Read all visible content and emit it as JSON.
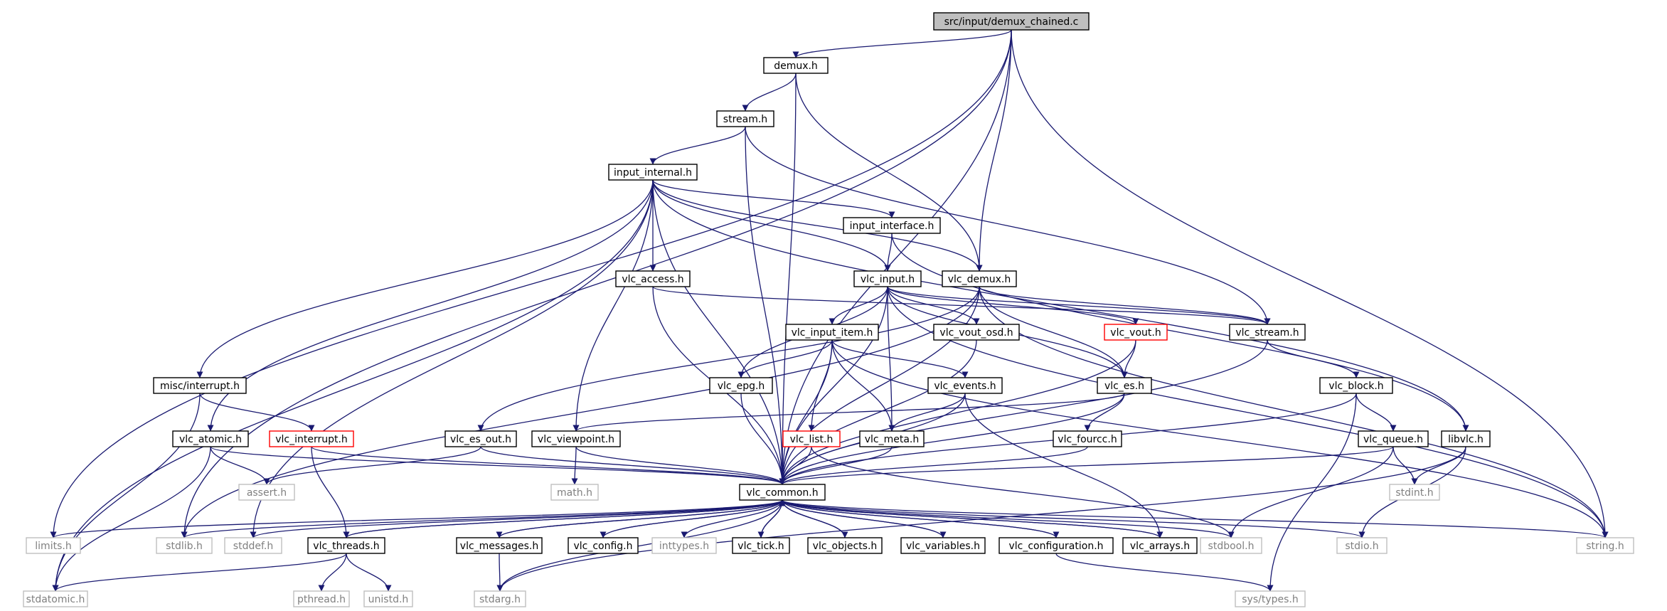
{
  "diagram": {
    "colors": {
      "root_fill": "#bfbfbf",
      "default_fill": "#ffffff",
      "default_stroke": "#000000",
      "external_stroke": "#bfbfbf",
      "external_text": "#808080",
      "truncated_stroke": "#ff0000",
      "edge": "#191970"
    },
    "nodes": [
      {
        "id": "root",
        "label": "src/input/demux_chained.c",
        "kind": "root"
      },
      {
        "id": "demux_h",
        "label": "demux.h",
        "kind": "normal"
      },
      {
        "id": "stream_h",
        "label": "stream.h",
        "kind": "normal"
      },
      {
        "id": "input_internal_h",
        "label": "input_internal.h",
        "kind": "normal"
      },
      {
        "id": "input_interface_h",
        "label": "input_interface.h",
        "kind": "normal"
      },
      {
        "id": "vlc_access_h",
        "label": "vlc_access.h",
        "kind": "normal"
      },
      {
        "id": "vlc_input_h",
        "label": "vlc_input.h",
        "kind": "normal"
      },
      {
        "id": "vlc_demux_h",
        "label": "vlc_demux.h",
        "kind": "normal"
      },
      {
        "id": "vlc_input_item_h",
        "label": "vlc_input_item.h",
        "kind": "normal"
      },
      {
        "id": "vlc_vout_osd_h",
        "label": "vlc_vout_osd.h",
        "kind": "normal"
      },
      {
        "id": "vlc_vout_h",
        "label": "vlc_vout.h",
        "kind": "truncated"
      },
      {
        "id": "vlc_stream_h",
        "label": "vlc_stream.h",
        "kind": "normal"
      },
      {
        "id": "misc_interrupt_h",
        "label": "misc/interrupt.h",
        "kind": "normal"
      },
      {
        "id": "vlc_epg_h",
        "label": "vlc_epg.h",
        "kind": "normal"
      },
      {
        "id": "vlc_events_h",
        "label": "vlc_events.h",
        "kind": "normal"
      },
      {
        "id": "vlc_es_h",
        "label": "vlc_es.h",
        "kind": "normal"
      },
      {
        "id": "vlc_block_h",
        "label": "vlc_block.h",
        "kind": "normal"
      },
      {
        "id": "vlc_atomic_h",
        "label": "vlc_atomic.h",
        "kind": "normal"
      },
      {
        "id": "vlc_interrupt_h",
        "label": "vlc_interrupt.h",
        "kind": "truncated"
      },
      {
        "id": "vlc_es_out_h",
        "label": "vlc_es_out.h",
        "kind": "normal"
      },
      {
        "id": "vlc_viewpoint_h",
        "label": "vlc_viewpoint.h",
        "kind": "normal"
      },
      {
        "id": "vlc_list_h",
        "label": "vlc_list.h",
        "kind": "truncated"
      },
      {
        "id": "vlc_meta_h",
        "label": "vlc_meta.h",
        "kind": "normal"
      },
      {
        "id": "vlc_fourcc_h",
        "label": "vlc_fourcc.h",
        "kind": "normal"
      },
      {
        "id": "vlc_queue_h",
        "label": "vlc_queue.h",
        "kind": "normal"
      },
      {
        "id": "libvlc_h",
        "label": "libvlc.h",
        "kind": "normal"
      },
      {
        "id": "assert_h",
        "label": "assert.h",
        "kind": "external"
      },
      {
        "id": "math_h",
        "label": "math.h",
        "kind": "external"
      },
      {
        "id": "vlc_common_h",
        "label": "vlc_common.h",
        "kind": "normal"
      },
      {
        "id": "stdint_h",
        "label": "stdint.h",
        "kind": "external"
      },
      {
        "id": "limits_h",
        "label": "limits.h",
        "kind": "external"
      },
      {
        "id": "stdlib_h",
        "label": "stdlib.h",
        "kind": "external"
      },
      {
        "id": "stddef_h",
        "label": "stddef.h",
        "kind": "external"
      },
      {
        "id": "vlc_threads_h",
        "label": "vlc_threads.h",
        "kind": "normal"
      },
      {
        "id": "vlc_messages_h",
        "label": "vlc_messages.h",
        "kind": "normal"
      },
      {
        "id": "vlc_config_h",
        "label": "vlc_config.h",
        "kind": "normal"
      },
      {
        "id": "inttypes_h",
        "label": "inttypes.h",
        "kind": "external"
      },
      {
        "id": "vlc_tick_h",
        "label": "vlc_tick.h",
        "kind": "normal"
      },
      {
        "id": "vlc_objects_h",
        "label": "vlc_objects.h",
        "kind": "normal"
      },
      {
        "id": "vlc_variables_h",
        "label": "vlc_variables.h",
        "kind": "normal"
      },
      {
        "id": "vlc_configuration_h",
        "label": "vlc_configuration.h",
        "kind": "normal"
      },
      {
        "id": "vlc_arrays_h",
        "label": "vlc_arrays.h",
        "kind": "normal"
      },
      {
        "id": "stdbool_h",
        "label": "stdbool.h",
        "kind": "external"
      },
      {
        "id": "stdio_h",
        "label": "stdio.h",
        "kind": "external"
      },
      {
        "id": "string_h",
        "label": "string.h",
        "kind": "external"
      },
      {
        "id": "stdatomic_h",
        "label": "stdatomic.h",
        "kind": "external"
      },
      {
        "id": "pthread_h",
        "label": "pthread.h",
        "kind": "external"
      },
      {
        "id": "unistd_h",
        "label": "unistd.h",
        "kind": "external"
      },
      {
        "id": "stdarg_h",
        "label": "stdarg.h",
        "kind": "external"
      },
      {
        "id": "sys_types_h",
        "label": "sys/types.h",
        "kind": "external"
      }
    ],
    "edges": [
      [
        "root",
        "demux_h"
      ],
      [
        "root",
        "vlc_demux_h"
      ],
      [
        "root",
        "vlc_common_h"
      ],
      [
        "root",
        "limits_h"
      ],
      [
        "root",
        "stdlib_h"
      ],
      [
        "root",
        "string_h"
      ],
      [
        "demux_h",
        "stream_h"
      ],
      [
        "demux_h",
        "vlc_demux_h"
      ],
      [
        "demux_h",
        "vlc_common_h"
      ],
      [
        "stream_h",
        "input_internal_h"
      ],
      [
        "stream_h",
        "vlc_stream_h"
      ],
      [
        "stream_h",
        "vlc_common_h"
      ],
      [
        "input_internal_h",
        "input_interface_h"
      ],
      [
        "input_internal_h",
        "vlc_access_h"
      ],
      [
        "input_internal_h",
        "vlc_input_h"
      ],
      [
        "input_internal_h",
        "vlc_demux_h"
      ],
      [
        "input_internal_h",
        "misc_interrupt_h"
      ],
      [
        "input_internal_h",
        "vlc_atomic_h"
      ],
      [
        "input_internal_h",
        "vlc_viewpoint_h"
      ],
      [
        "input_internal_h",
        "libvlc_h"
      ],
      [
        "input_internal_h",
        "stdatomic_h"
      ],
      [
        "input_internal_h",
        "stddef_h"
      ],
      [
        "input_internal_h",
        "vlc_common_h"
      ],
      [
        "input_interface_h",
        "vlc_input_h"
      ],
      [
        "input_interface_h",
        "libvlc_h"
      ],
      [
        "vlc_access_h",
        "vlc_stream_h"
      ],
      [
        "vlc_access_h",
        "vlc_common_h"
      ],
      [
        "vlc_input_h",
        "vlc_input_item_h"
      ],
      [
        "vlc_input_h",
        "vlc_vout_osd_h"
      ],
      [
        "vlc_input_h",
        "vlc_vout_h"
      ],
      [
        "vlc_input_h",
        "vlc_stream_h"
      ],
      [
        "vlc_input_h",
        "vlc_epg_h"
      ],
      [
        "vlc_input_h",
        "vlc_es_h"
      ],
      [
        "vlc_input_h",
        "vlc_meta_h"
      ],
      [
        "vlc_input_h",
        "vlc_common_h"
      ],
      [
        "vlc_input_h",
        "string_h"
      ],
      [
        "vlc_demux_h",
        "vlc_stream_h"
      ],
      [
        "vlc_demux_h",
        "vlc_es_out_h"
      ],
      [
        "vlc_demux_h",
        "vlc_es_h"
      ],
      [
        "vlc_demux_h",
        "vlc_common_h"
      ],
      [
        "vlc_demux_h",
        "string_h"
      ],
      [
        "vlc_demux_h",
        "stdlib_h"
      ],
      [
        "vlc_input_item_h",
        "vlc_epg_h"
      ],
      [
        "vlc_input_item_h",
        "vlc_events_h"
      ],
      [
        "vlc_input_item_h",
        "vlc_list_h"
      ],
      [
        "vlc_input_item_h",
        "vlc_meta_h"
      ],
      [
        "vlc_input_item_h",
        "vlc_common_h"
      ],
      [
        "vlc_input_item_h",
        "string_h"
      ],
      [
        "vlc_vout_osd_h",
        "vlc_common_h"
      ],
      [
        "vlc_vout_h",
        "vlc_es_h"
      ],
      [
        "vlc_vout_h",
        "vlc_common_h"
      ],
      [
        "vlc_stream_h",
        "vlc_block_h"
      ],
      [
        "vlc_stream_h",
        "vlc_common_h"
      ],
      [
        "misc_interrupt_h",
        "vlc_interrupt_h"
      ],
      [
        "misc_interrupt_h",
        "stdatomic_h"
      ],
      [
        "vlc_epg_h",
        "vlc_common_h"
      ],
      [
        "vlc_events_h",
        "vlc_meta_h"
      ],
      [
        "vlc_events_h",
        "vlc_arrays_h"
      ],
      [
        "vlc_events_h",
        "vlc_common_h"
      ],
      [
        "vlc_es_h",
        "vlc_viewpoint_h"
      ],
      [
        "vlc_es_h",
        "vlc_fourcc_h"
      ],
      [
        "vlc_es_h",
        "vlc_common_h"
      ],
      [
        "vlc_block_h",
        "vlc_queue_h"
      ],
      [
        "vlc_block_h",
        "sys_types_h"
      ],
      [
        "vlc_block_h",
        "vlc_common_h"
      ],
      [
        "vlc_atomic_h",
        "assert_h"
      ],
      [
        "vlc_atomic_h",
        "stdatomic_h"
      ],
      [
        "vlc_atomic_h",
        "vlc_common_h"
      ],
      [
        "vlc_interrupt_h",
        "vlc_threads_h"
      ],
      [
        "vlc_interrupt_h",
        "vlc_common_h"
      ],
      [
        "vlc_es_out_h",
        "assert_h"
      ],
      [
        "vlc_es_out_h",
        "vlc_common_h"
      ],
      [
        "vlc_viewpoint_h",
        "math_h"
      ],
      [
        "vlc_viewpoint_h",
        "vlc_common_h"
      ],
      [
        "vlc_list_h",
        "stdbool_h"
      ],
      [
        "vlc_list_h",
        "vlc_common_h"
      ],
      [
        "vlc_meta_h",
        "vlc_common_h"
      ],
      [
        "vlc_fourcc_h",
        "vlc_common_h"
      ],
      [
        "vlc_queue_h",
        "stdbool_h"
      ],
      [
        "vlc_queue_h",
        "stdint_h"
      ],
      [
        "vlc_queue_h",
        "vlc_common_h"
      ],
      [
        "libvlc_h",
        "stdint_h"
      ],
      [
        "libvlc_h",
        "stdio_h"
      ],
      [
        "libvlc_h",
        "stdarg_h"
      ],
      [
        "vlc_common_h",
        "limits_h"
      ],
      [
        "vlc_common_h",
        "stdlib_h"
      ],
      [
        "vlc_common_h",
        "stddef_h"
      ],
      [
        "vlc_common_h",
        "vlc_threads_h"
      ],
      [
        "vlc_common_h",
        "stdarg_h"
      ],
      [
        "vlc_common_h",
        "vlc_messages_h"
      ],
      [
        "vlc_common_h",
        "vlc_config_h"
      ],
      [
        "vlc_common_h",
        "inttypes_h"
      ],
      [
        "vlc_common_h",
        "vlc_tick_h"
      ],
      [
        "vlc_common_h",
        "vlc_objects_h"
      ],
      [
        "vlc_common_h",
        "vlc_variables_h"
      ],
      [
        "vlc_common_h",
        "vlc_configuration_h"
      ],
      [
        "vlc_common_h",
        "vlc_arrays_h"
      ],
      [
        "vlc_common_h",
        "stdbool_h"
      ],
      [
        "vlc_common_h",
        "stdio_h"
      ],
      [
        "vlc_common_h",
        "string_h"
      ],
      [
        "vlc_threads_h",
        "vlc_common_h"
      ],
      [
        "vlc_threads_h",
        "stdatomic_h"
      ],
      [
        "vlc_threads_h",
        "pthread_h"
      ],
      [
        "vlc_threads_h",
        "unistd_h"
      ],
      [
        "vlc_messages_h",
        "vlc_common_h"
      ],
      [
        "vlc_messages_h",
        "stdarg_h"
      ],
      [
        "vlc_config_h",
        "vlc_common_h"
      ],
      [
        "vlc_tick_h",
        "vlc_common_h"
      ],
      [
        "vlc_objects_h",
        "vlc_common_h"
      ],
      [
        "vlc_variables_h",
        "vlc_common_h"
      ],
      [
        "vlc_configuration_h",
        "vlc_common_h"
      ],
      [
        "vlc_configuration_h",
        "sys_types_h"
      ],
      [
        "vlc_arrays_h",
        "vlc_common_h"
      ]
    ]
  }
}
